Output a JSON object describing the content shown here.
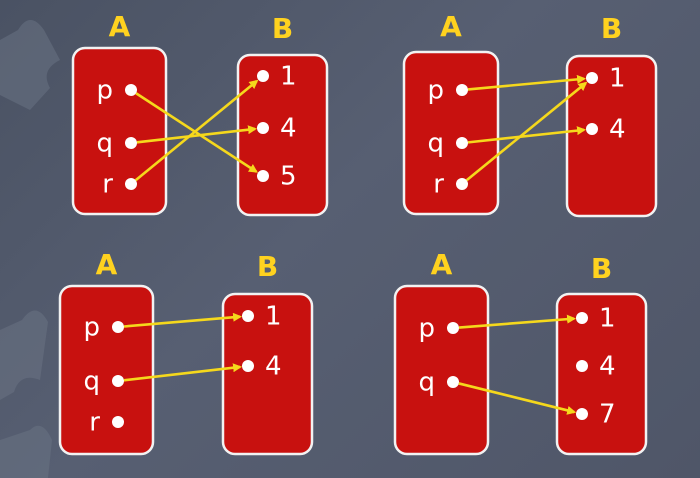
{
  "colors": {
    "set_fill": "#c8110f",
    "set_border": "#f2f2f2",
    "set_title": "#ffd21f",
    "arrow": "#f5d81c",
    "element_text": "#ffffff"
  },
  "diagrams": [
    {
      "domain": {
        "title": "A",
        "elements": [
          "p",
          "q",
          "r"
        ]
      },
      "codomain": {
        "title": "B",
        "elements": [
          "1",
          "4",
          "5"
        ]
      },
      "mappings": [
        [
          "p",
          "5"
        ],
        [
          "q",
          "4"
        ],
        [
          "r",
          "1"
        ]
      ]
    },
    {
      "domain": {
        "title": "A",
        "elements": [
          "p",
          "q",
          "r"
        ]
      },
      "codomain": {
        "title": "B",
        "elements": [
          "1",
          "4"
        ]
      },
      "mappings": [
        [
          "p",
          "1"
        ],
        [
          "q",
          "4"
        ],
        [
          "r",
          "1"
        ]
      ]
    },
    {
      "domain": {
        "title": "A",
        "elements": [
          "p",
          "q",
          "r"
        ]
      },
      "codomain": {
        "title": "B",
        "elements": [
          "1",
          "4"
        ]
      },
      "mappings": [
        [
          "p",
          "1"
        ],
        [
          "q",
          "4"
        ]
      ]
    },
    {
      "domain": {
        "title": "A",
        "elements": [
          "p",
          "q"
        ]
      },
      "codomain": {
        "title": "B",
        "elements": [
          "1",
          "4",
          "7"
        ]
      },
      "mappings": [
        [
          "p",
          "1"
        ],
        [
          "q",
          "7"
        ]
      ]
    }
  ]
}
